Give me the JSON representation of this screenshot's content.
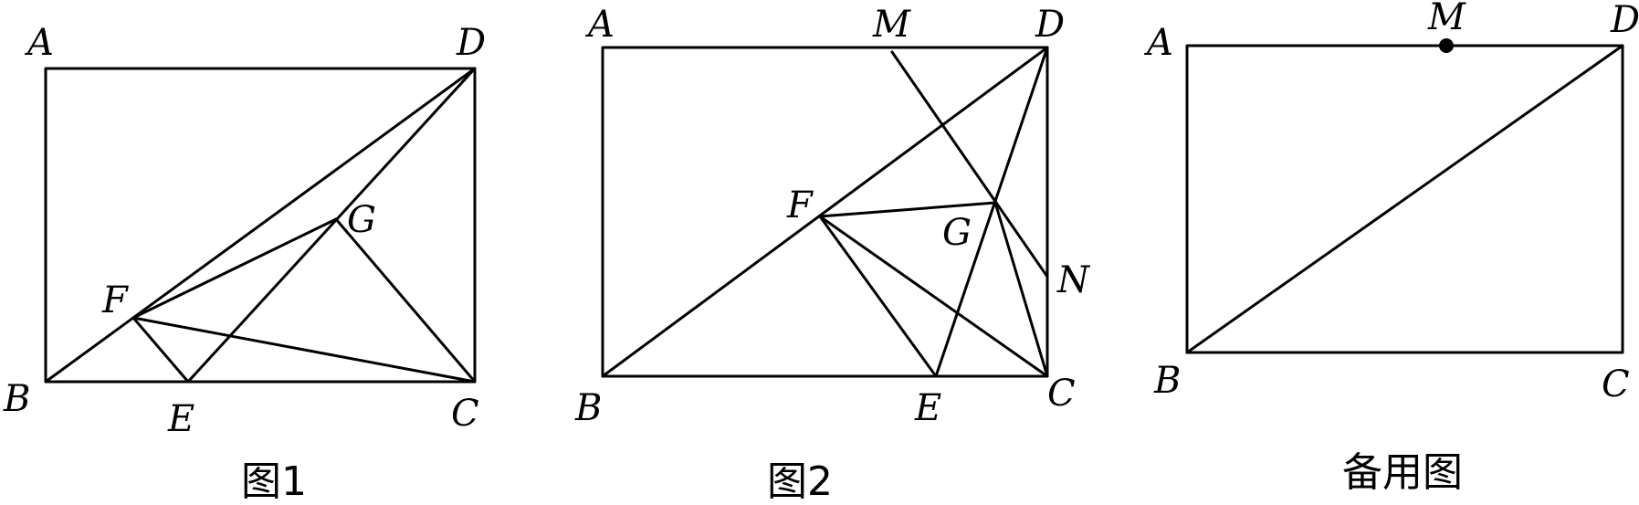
{
  "figures": [
    {
      "caption": "图1",
      "points": {
        "A": "A",
        "B": "B",
        "C": "C",
        "D": "D",
        "E": "E",
        "F": "F",
        "G": "G"
      }
    },
    {
      "caption": "图2",
      "points": {
        "A": "A",
        "B": "B",
        "C": "C",
        "D": "D",
        "E": "E",
        "F": "F",
        "G": "G",
        "M": "M",
        "N": "N"
      }
    },
    {
      "caption": "备用图",
      "points": {
        "A": "A",
        "B": "B",
        "C": "C",
        "D": "D",
        "M": "M"
      }
    }
  ]
}
